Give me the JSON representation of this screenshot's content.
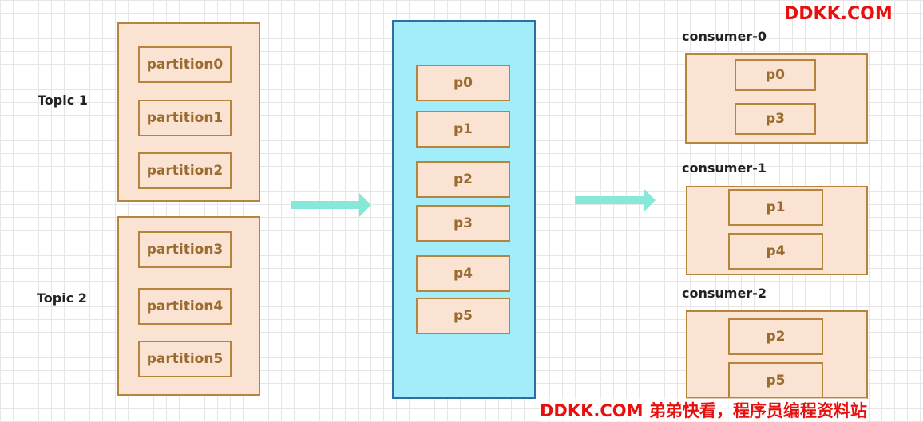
{
  "topics": [
    {
      "label": "Topic 1",
      "partitions": [
        "partition0",
        "partition1",
        "partition2"
      ]
    },
    {
      "label": "Topic 2",
      "partitions": [
        "partition3",
        "partition4",
        "partition5"
      ]
    }
  ],
  "middle": {
    "partitions": [
      "p0",
      "p1",
      "p2",
      "p3",
      "p4",
      "p5"
    ]
  },
  "consumers": [
    {
      "label": "consumer-0",
      "partitions": [
        "p0",
        "p3"
      ]
    },
    {
      "label": "consumer-1",
      "partitions": [
        "p1",
        "p4"
      ]
    },
    {
      "label": "consumer-2",
      "partitions": [
        "p2",
        "p5"
      ]
    }
  ],
  "watermark": {
    "top": "DDKK.COM",
    "bottom": "DDKK.COM 弟弟快看，程序员编程资料站"
  },
  "colors": {
    "box_fill": "#fae3d3",
    "box_border": "#b5843d",
    "broker_fill": "#a3ecfa",
    "broker_border": "#2f6f9f",
    "arrow": "#86e8d8",
    "brand": "#e8100f"
  }
}
